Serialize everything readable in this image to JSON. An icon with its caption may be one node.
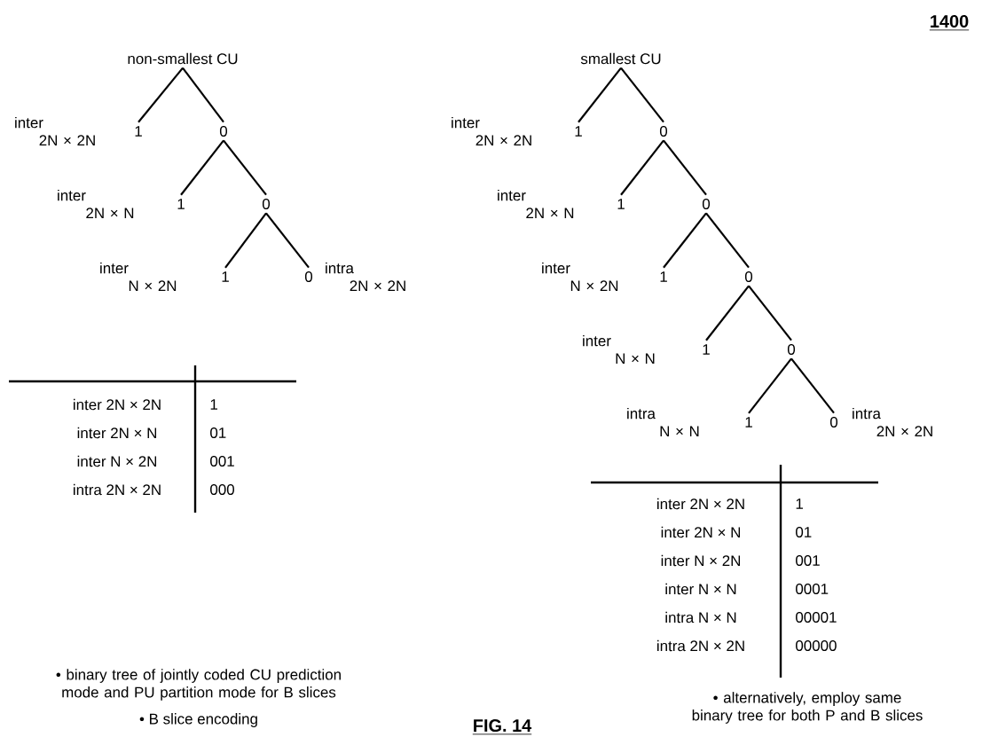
{
  "diagram": {
    "nodes": [
      {
        "text": [
          "non-smallest CU"
        ]
      },
      {
        "text": [
          "1"
        ],
        "beside": [
          "inter 2N × 2N"
        ]
      },
      {
        "text": [
          "0"
        ]
      },
      {
        "text": [
          "1"
        ],
        "beside": [
          "inter 2N × N"
        ]
      },
      {
        "text": [
          "0"
        ]
      },
      {
        "text": [
          "1"
        ],
        "beside": [
          "inter N × 2N"
        ]
      },
      {
        "text": [
          "0"
        ],
        "beside": [
          "intra 2N × 2N"
        ]
      },
      {
        "text": [
          "smallest CU"
        ]
      },
      {
        "text": [
          "1"
        ],
        "beside": [
          "inter 2N × 2N"
        ]
      },
      {
        "text": [
          "0"
        ]
      },
      {
        "text": [
          "1"
        ],
        "beside": [
          "inter 2N × N"
        ]
      },
      {
        "text": [
          "0"
        ]
      },
      {
        "text": [
          "1"
        ],
        "beside": [
          "inter N × 2N"
        ]
      },
      {
        "text": [
          "0"
        ]
      },
      {
        "text": [
          "1"
        ],
        "beside": [
          "inter N × N"
        ]
      },
      {
        "text": [
          "0"
        ]
      },
      {
        "text": [
          "1"
        ],
        "beside": [
          "intra N × N"
        ]
      },
      {
        "text": [
          "0"
        ],
        "beside": [
          "intra 2N × 2N"
        ]
      }
    ],
    "edges": [
      {
        "from": 0,
        "to": 1,
        "arrow": "none"
      },
      {
        "from": 0,
        "to": 2,
        "arrow": "none"
      },
      {
        "from": 2,
        "to": 3,
        "arrow": "none"
      },
      {
        "from": 2,
        "to": 4,
        "arrow": "none"
      },
      {
        "from": 4,
        "to": 5,
        "arrow": "none"
      },
      {
        "from": 4,
        "to": 6,
        "arrow": "none"
      },
      {
        "from": 7,
        "to": 8,
        "arrow": "none"
      },
      {
        "from": 7,
        "to": 9,
        "arrow": "none"
      },
      {
        "from": 9,
        "to": 10,
        "arrow": "none"
      },
      {
        "from": 9,
        "to": 11,
        "arrow": "none"
      },
      {
        "from": 11,
        "to": 12,
        "arrow": "none"
      },
      {
        "from": 11,
        "to": 13,
        "arrow": "none"
      },
      {
        "from": 13,
        "to": 14,
        "arrow": "none"
      },
      {
        "from": 13,
        "to": 15,
        "arrow": "none"
      },
      {
        "from": 15,
        "to": 16,
        "arrow": "none"
      },
      {
        "from": 15,
        "to": 17,
        "arrow": "none"
      }
    ],
    "labels": [
      "1400",
      "inter 2N × 2N",
      "1",
      "inter 2N × N",
      "01",
      "inter N × 2N",
      "001",
      "intra 2N × 2N",
      "000",
      "inter 2N × 2N",
      "1",
      "inter 2N × N",
      "01",
      "inter N × 2N",
      "001",
      "inter N × N",
      "0001",
      "intra N × N",
      "00001",
      "intra 2N × 2N",
      "00000",
      "• binary tree of jointly coded CU prediction mode and PU partition mode for B slices",
      "• B slice encoding",
      "FIG. 14",
      "• alternatively, employ same binary tree for both P and B slices"
    ]
  }
}
